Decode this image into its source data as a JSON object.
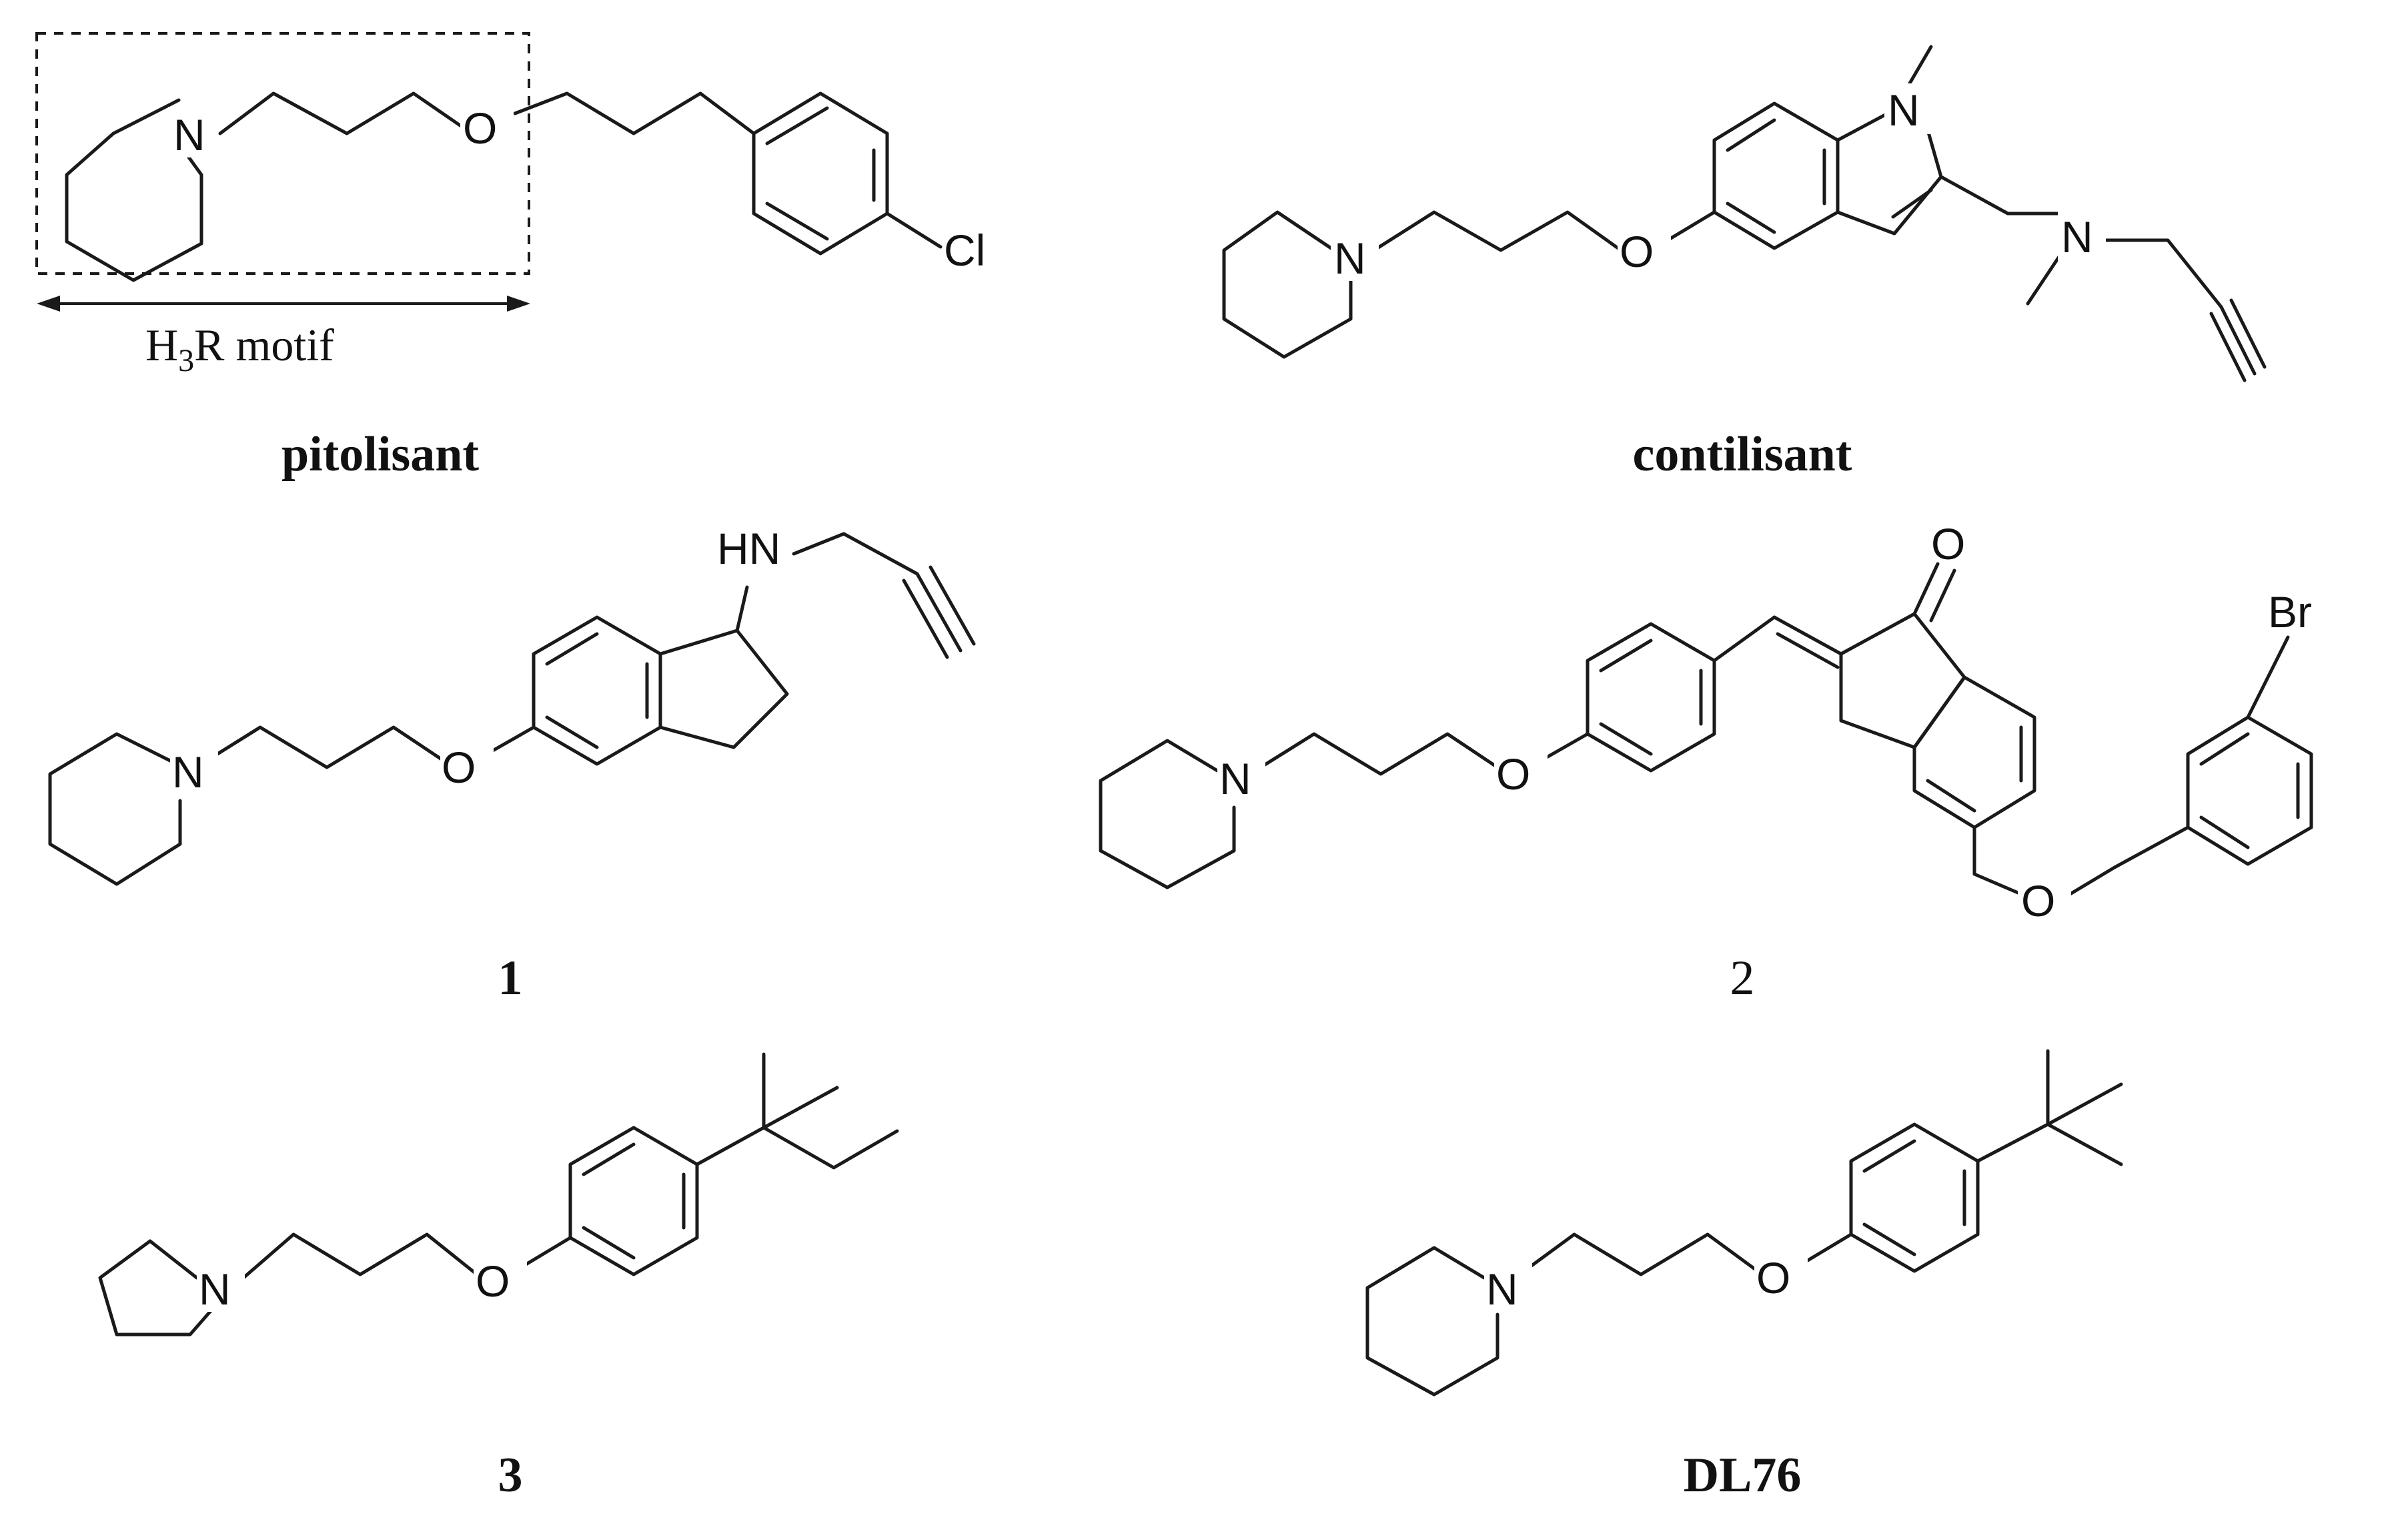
{
  "motif": {
    "label": "H",
    "subscript": "3",
    "suffix": "R motif"
  },
  "compounds": [
    {
      "id": "pitolisant",
      "caption": "pitolisant",
      "bold": true
    },
    {
      "id": "contilisant",
      "caption": "contilisant",
      "bold": true
    },
    {
      "id": "c1",
      "caption": "1",
      "bold": true
    },
    {
      "id": "c2",
      "caption": "2",
      "bold": false
    },
    {
      "id": "c3",
      "caption": "3",
      "bold": true
    },
    {
      "id": "dl76",
      "caption": "DL76",
      "bold": true
    }
  ],
  "atoms": {
    "N": "N",
    "O": "O",
    "Cl": "Cl",
    "Br": "Br",
    "HN": "HN"
  }
}
